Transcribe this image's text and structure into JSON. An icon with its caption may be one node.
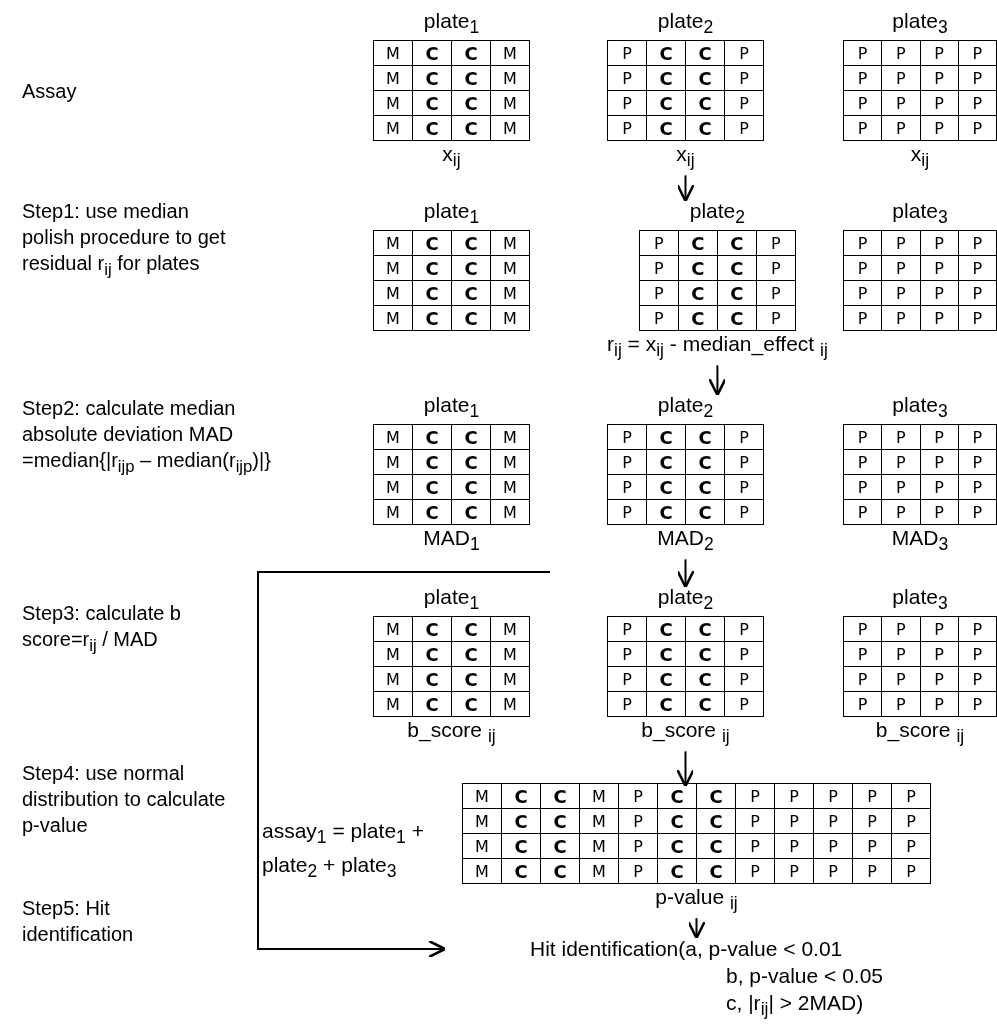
{
  "diagram": {
    "nodes": [
      {
        "text": [
          "plate$_{1}$",
          "M",
          "C",
          "C",
          "M",
          "M",
          "C",
          "C",
          "M",
          "M",
          "C",
          "C",
          "M",
          "M",
          "C",
          "C",
          "M"
        ],
        "beside": [
          "x$_{ij}$"
        ]
      },
      {
        "text": [
          "plate$_{2}$",
          "P",
          "C",
          "C",
          "P",
          "P",
          "C",
          "C",
          "P",
          "P",
          "C",
          "C",
          "P",
          "P",
          "C",
          "C",
          "P"
        ],
        "beside": [
          "x$_{ij}$"
        ]
      },
      {
        "text": [
          "plate$_{3}$",
          "P",
          "P",
          "P",
          "P",
          "P",
          "P",
          "P",
          "P",
          "P",
          "P",
          "P",
          "P",
          "P",
          "P",
          "P",
          "P"
        ],
        "beside": [
          "x$_{ij}$"
        ]
      },
      {
        "text": [
          "plate$_{1}$",
          "M",
          "C",
          "C",
          "M",
          "M",
          "C",
          "C",
          "M",
          "M",
          "C",
          "C",
          "M",
          "M",
          "C",
          "C",
          "M"
        ]
      },
      {
        "text": [
          "plate$_{2}$",
          "P",
          "C",
          "C",
          "P",
          "P",
          "C",
          "C",
          "P",
          "P",
          "C",
          "C",
          "P",
          "P",
          "C",
          "C",
          "P"
        ],
        "beside": [
          "r$_{ij}$ = x$_{ij}$ - median_effect $_{ij}$"
        ]
      },
      {
        "text": [
          "plate$_{3}$",
          "P",
          "P",
          "P",
          "P",
          "P",
          "P",
          "P",
          "P",
          "P",
          "P",
          "P",
          "P",
          "P",
          "P",
          "P",
          "P"
        ]
      },
      {
        "text": [
          "plate$_{1}$",
          "M",
          "C",
          "C",
          "M",
          "M",
          "C",
          "C",
          "M",
          "M",
          "C",
          "C",
          "M",
          "M",
          "C",
          "C",
          "M"
        ],
        "beside": [
          "MAD$_{1}$"
        ]
      },
      {
        "text": [
          "plate$_{2}$",
          "P",
          "C",
          "C",
          "P",
          "P",
          "C",
          "C",
          "P",
          "P",
          "C",
          "C",
          "P",
          "P",
          "C",
          "C",
          "P"
        ],
        "beside": [
          "MAD$_{2}$"
        ]
      },
      {
        "text": [
          "plate$_{3}$",
          "P",
          "P",
          "P",
          "P",
          "P",
          "P",
          "P",
          "P",
          "P",
          "P",
          "P",
          "P",
          "P",
          "P",
          "P",
          "P"
        ],
        "beside": [
          "MAD$_{3}$"
        ]
      },
      {
        "text": [
          "plate$_{1}$",
          "M",
          "C",
          "C",
          "M",
          "M",
          "C",
          "C",
          "M",
          "M",
          "C",
          "C",
          "M",
          "M",
          "C",
          "C",
          "M"
        ],
        "beside": [
          "b_score $_{ij}$"
        ]
      },
      {
        "text": [
          "plate$_{2}$",
          "P",
          "C",
          "C",
          "P",
          "P",
          "C",
          "C",
          "P",
          "P",
          "C",
          "C",
          "P",
          "P",
          "C",
          "C",
          "P"
        ],
        "beside": [
          "b_score $_{ij}$"
        ]
      },
      {
        "text": [
          "plate$_{3}$",
          "P",
          "P",
          "P",
          "P",
          "P",
          "P",
          "P",
          "P",
          "P",
          "P",
          "P",
          "P",
          "P",
          "P",
          "P",
          "P"
        ],
        "beside": [
          "b_score $_{ij}$"
        ]
      },
      {
        "text": [
          "M",
          "C",
          "C",
          "M",
          "P",
          "C",
          "C",
          "P",
          "P",
          "P",
          "P",
          "P",
          "M",
          "C",
          "C",
          "M",
          "P",
          "C",
          "C",
          "P",
          "P",
          "P",
          "P",
          "P",
          "M",
          "C",
          "C",
          "M",
          "P",
          "C",
          "C",
          "P",
          "P",
          "P",
          "P",
          "P",
          "M",
          "C",
          "C",
          "M",
          "P",
          "C",
          "C",
          "P",
          "P",
          "P",
          "P",
          "P"
        ],
        "beside": [
          "assay$_{1}$ = plate$_{1}$ + plate$_{2}$ + plate$_{3}$",
          "p-value $_{ij}$"
        ]
      },
      {
        "text": [
          "Hit identification(a, p-value < 0.01",
          "b, p-value < 0.05",
          "c, |r$_{ij}$| > 2MAD)"
        ]
      }
    ],
    "edges": [
      {
        "from": 1,
        "to": 4,
        "arrow": "to"
      },
      {
        "from": 4,
        "to": 7,
        "arrow": "to"
      },
      {
        "from": 7,
        "to": 10,
        "arrow": "to"
      },
      {
        "from": 10,
        "to": 12,
        "arrow": "to"
      },
      {
        "from": 12,
        "to": 13,
        "arrow": "to"
      },
      {
        "from": null,
        "to": 13,
        "arrow": "to"
      }
    ],
    "labels": [
      "Assay",
      "Step1: use median polish procedure to get residual r$_{ij}$ for plates",
      "Step2: calculate median absolute deviation MAD =median{|r$_{ijp}$ – median(r$_{ijp}$)|}",
      "Step3: calculate b score=r$_{ij}$ / MAD",
      "Step4: use normal distribution to calculate p-value",
      "Step5: Hit identification"
    ]
  }
}
